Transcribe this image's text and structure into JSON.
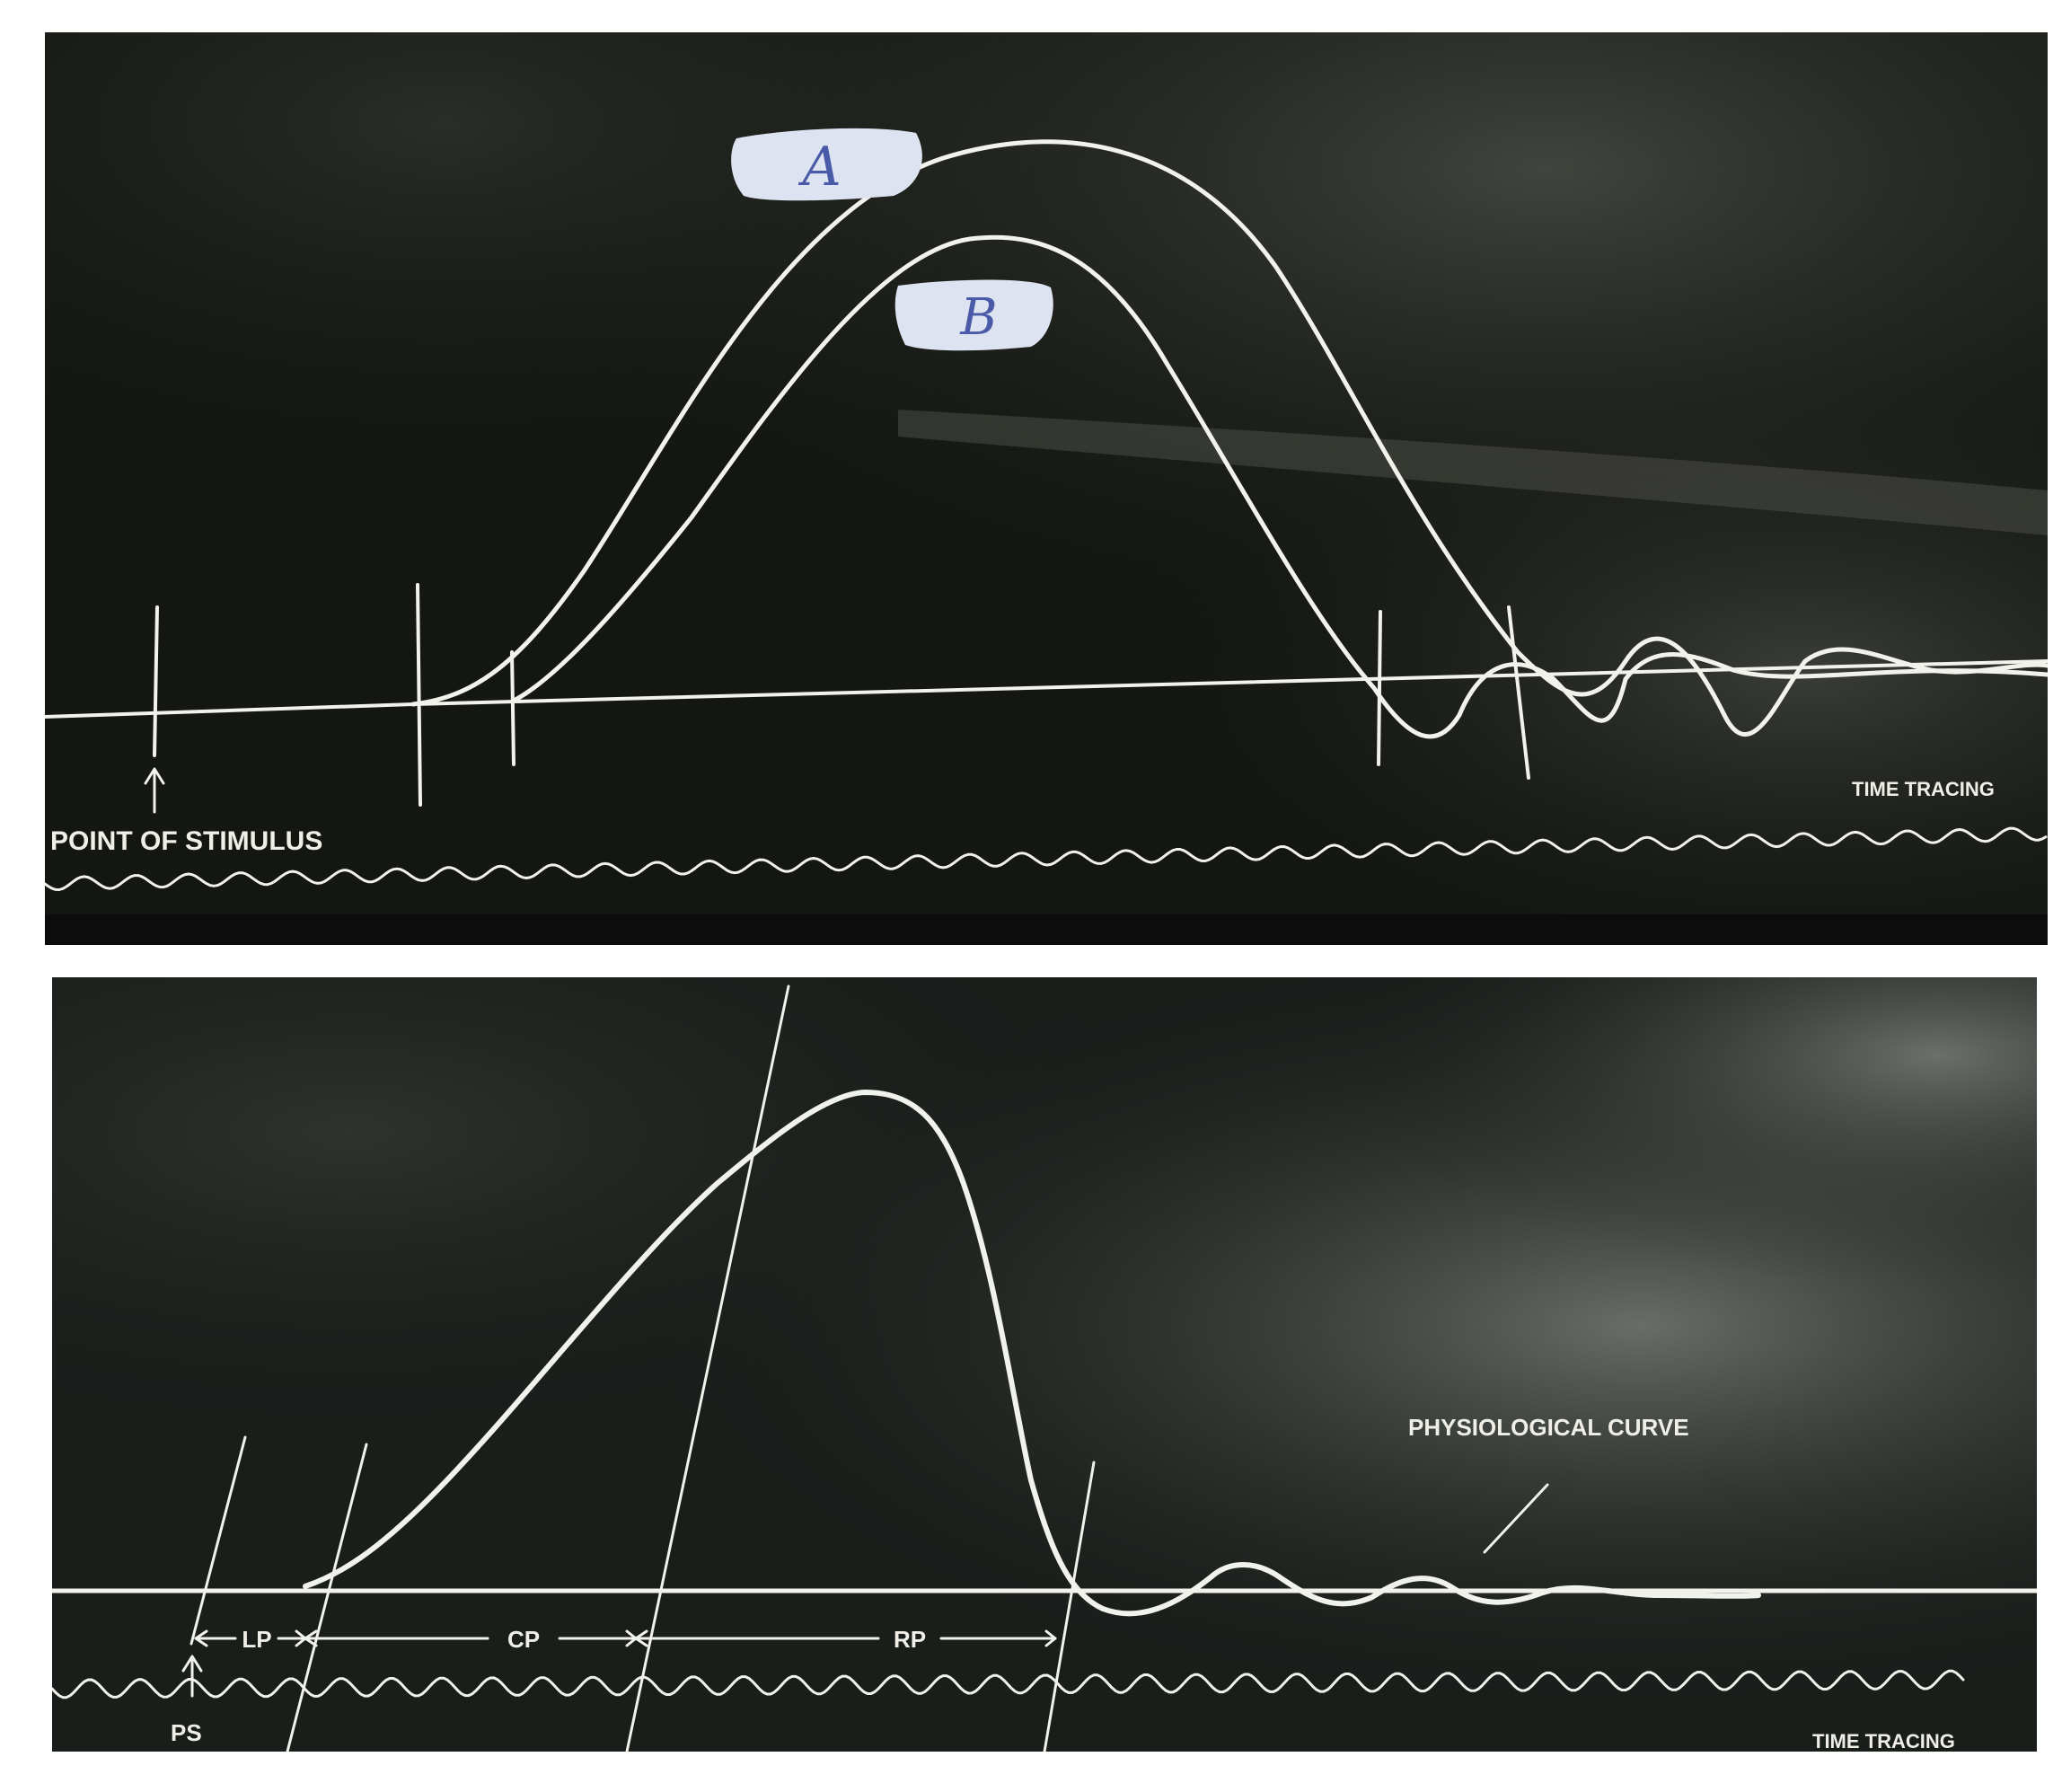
{
  "top_panel": {
    "label_a": "A",
    "label_b": "B",
    "point_of_stimulus": "POINT OF STIMULUS",
    "time_tracing": "TIME TRACING"
  },
  "bottom_panel": {
    "physiological_curve": "PHYSIOLOGICAL CURVE",
    "lp": "LP",
    "cp": "CP",
    "rp": "RP",
    "ps": "PS",
    "time_tracing": "TIME TRACING"
  },
  "colors": {
    "trace": "#f2f2ec",
    "label_patch": "#dde3f0",
    "label_ink": "#4a5aa8"
  }
}
